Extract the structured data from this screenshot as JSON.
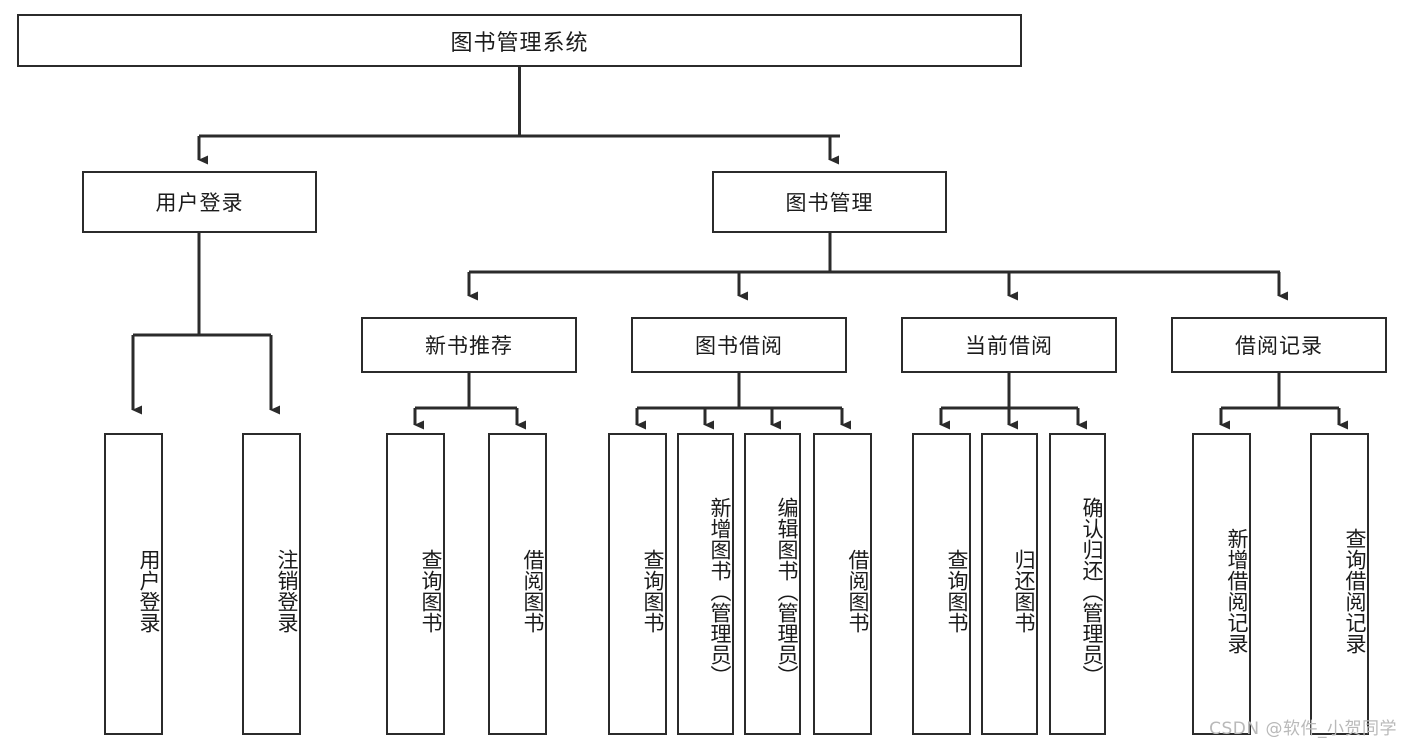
{
  "diagram": {
    "title": "图书管理系统",
    "type": "tree",
    "background_color": "#ffffff",
    "line_color": "#2b2b2b",
    "box_fill": "#ffffff",
    "text_color": "#1b1b1b"
  },
  "root": {
    "label": "图书管理系统"
  },
  "level2": [
    {
      "label": "用户登录"
    },
    {
      "label": "图书管理"
    }
  ],
  "level3": [
    {
      "label": "新书推荐"
    },
    {
      "label": "图书借阅"
    },
    {
      "label": "当前借阅"
    },
    {
      "label": "借阅记录"
    }
  ],
  "leaves": {
    "user_login": [
      {
        "label": "用户登录"
      },
      {
        "label": "注销登录"
      }
    ],
    "new_book_recommend": [
      {
        "label": "查询图书"
      },
      {
        "label": "借阅图书"
      }
    ],
    "book_borrow": [
      {
        "label": "查询图书"
      },
      {
        "label": "新增图书（管理员）"
      },
      {
        "label": "编辑图书（管理员）"
      },
      {
        "label": "借阅图书"
      }
    ],
    "current_borrow": [
      {
        "label": "查询图书"
      },
      {
        "label": "归还图书"
      },
      {
        "label": "确认归还（管理员）"
      }
    ],
    "borrow_record": [
      {
        "label": "新增借阅记录"
      },
      {
        "label": "查询借阅记录"
      }
    ]
  },
  "watermark": {
    "text": "CSDN @软件_小贺同学"
  }
}
